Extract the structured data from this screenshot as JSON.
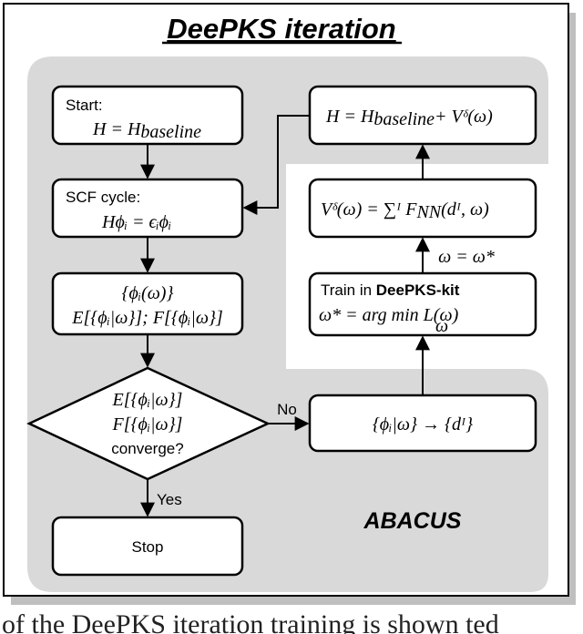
{
  "title": "DeePKS iteration",
  "region_label": "ABACUS",
  "boxes": {
    "start": {
      "line1": "Start:",
      "line2_lhs": "H = H",
      "line2_sub": "baseline"
    },
    "scf": {
      "line1": "SCF cycle:",
      "line2": "Hϕᵢ = ϵᵢϕᵢ"
    },
    "orbitals": {
      "line1": "{ϕᵢ(ω)}",
      "line2": "E[{ϕᵢ|ω}]; F[{ϕᵢ|ω}]"
    },
    "decision": {
      "line1": "E[{ϕᵢ|ω}]",
      "line2": "F[{ϕᵢ|ω}]",
      "line3": "converge?"
    },
    "stop": {
      "label": "Stop"
    },
    "descriptor": {
      "label": "{ϕᵢ|ω} → {dᴵ}"
    },
    "train": {
      "line1_prefix": "Train in ",
      "line1_bold": "DeePKS-kit",
      "line2": "ω* = arg min L(ω)",
      "line2_sub": "ω"
    },
    "potential": {
      "label": "Vᵟ(ω) = ∑ᴵ F",
      "label_sub": "NN",
      "label_tail": "(dᴵ, ω)"
    },
    "hamiltonian": {
      "label_lhs": "H = H",
      "label_sub": "baseline",
      "label_tail": "+ Vᵟ(ω)"
    }
  },
  "edge_labels": {
    "no": "No",
    "yes": "Yes",
    "omega_update": "ω = ω*"
  },
  "caption_fragment": "of the DeePKS iteration training is shown ted"
}
